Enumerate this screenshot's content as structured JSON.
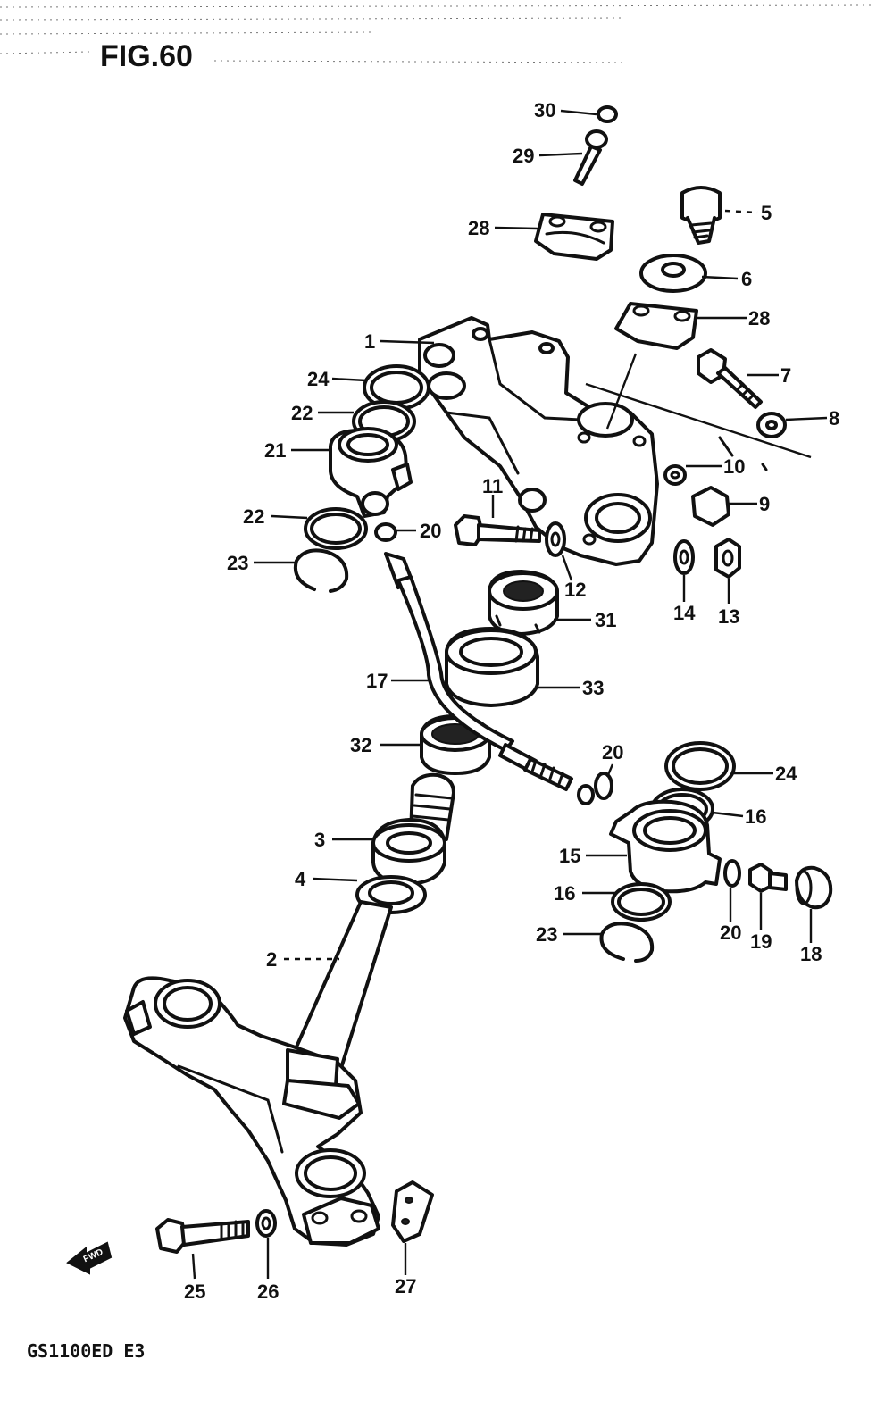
{
  "figure_title": "FIG.60",
  "model_code": "GS1100ED E3",
  "direction_arrow_label": "FWD",
  "callouts": {
    "c1": "1",
    "c2": "2",
    "c3": "3",
    "c4": "4",
    "c5": "5",
    "c6": "6",
    "c7": "7",
    "c8": "8",
    "c9": "9",
    "c10": "10",
    "c11": "11",
    "c12": "12",
    "c13": "13",
    "c14": "14",
    "c15": "15",
    "c16a": "16",
    "c16b": "16",
    "c17": "17",
    "c18": "18",
    "c19": "19",
    "c20a": "20",
    "c20b": "20",
    "c20c": "20",
    "c21": "21",
    "c22a": "22",
    "c22b": "22",
    "c23a": "23",
    "c23b": "23",
    "c24a": "24",
    "c24b": "24",
    "c25": "25",
    "c26": "26",
    "c27": "27",
    "c28a": "28",
    "c28b": "28",
    "c29": "29",
    "c30": "30",
    "c31": "31",
    "c32": "32",
    "c33": "33"
  }
}
